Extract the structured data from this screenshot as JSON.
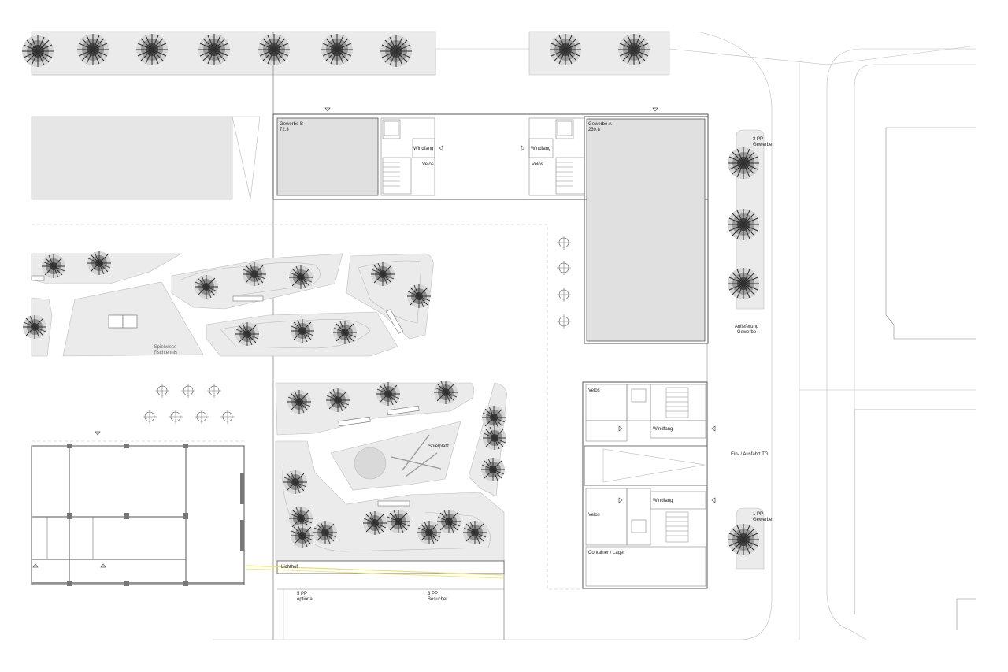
{
  "labels": {
    "gewerbe_b": {
      "name": "Gewerbe B",
      "area": "72.3"
    },
    "gewerbe_a": {
      "name": "Gewerbe A",
      "area": "239.8"
    },
    "windfang": "Windfang",
    "velos": "Velos",
    "container_lager": "Container / Lager",
    "ein_ausfahrt": "Ein- / Ausfahrt TG",
    "spielplatz": "Spielplatz",
    "spielwiese": {
      "line1": "Spielwiese",
      "line2": "Tischtennis"
    },
    "lichthof": "Lichthof",
    "pp_optional": {
      "line1": "5 PP",
      "line2": "optional"
    },
    "pp_besucher": {
      "line1": "3 PP",
      "line2": "Besucher"
    },
    "anlieferung": {
      "line1": "Anlieferung",
      "line2": "Gewerbe"
    },
    "pp_gewerbe_top": {
      "line1": "3 PP",
      "line2": "Gewerbe"
    },
    "pp_gewerbe_bottom": {
      "line1": "1 PP",
      "line2": "Gewerbe"
    }
  },
  "colors": {
    "bed_fill": "#ebebeb",
    "interior_fill": "#e0e0e0",
    "line": "#555555",
    "accent_yellow": "#e8e06a"
  },
  "icons": [
    "tree-icon",
    "entrance-triangle-icon",
    "table-icon",
    "stair-icon"
  ]
}
